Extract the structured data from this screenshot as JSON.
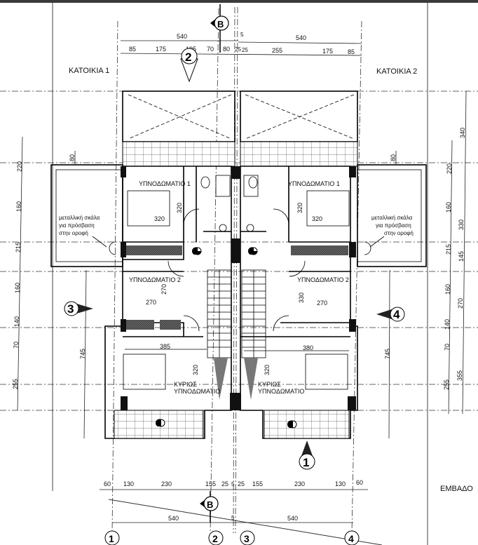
{
  "title_labels": {
    "house_1": "ΚΑΤΟΙΚΙΑ 1",
    "house_2": "ΚΑΤΟΙΚΙΑ 2",
    "area_label": "ΕΜΒΑΔΟ"
  },
  "section_markers": {
    "b_top": "B",
    "b_bottom": "B",
    "view_1": "1",
    "view_2": "2",
    "view_3": "3",
    "view_4": "4"
  },
  "axes": [
    "1",
    "2",
    "3",
    "4"
  ],
  "dims_top": {
    "overall": [
      "540",
      "540"
    ],
    "detail": [
      "85",
      "175",
      "195",
      "70",
      "80",
      "25",
      "25",
      "255",
      "175",
      "85"
    ],
    "center": "5"
  },
  "dims_bottom": {
    "detail": [
      "60",
      "130",
      "230",
      "155",
      "25",
      "5",
      "25",
      "155",
      "230",
      "130",
      "60"
    ],
    "overall": [
      "540",
      "540"
    ],
    "center": "5"
  },
  "dims_left": {
    "chain": [
      "220",
      "160",
      "215",
      "160",
      "140",
      "70",
      "255"
    ],
    "annex": "80",
    "overall": "745"
  },
  "dims_right": {
    "chain": [
      "220",
      "160",
      "215",
      "160",
      "140",
      "70",
      "255"
    ],
    "outer": [
      "340",
      "330",
      "145",
      "270",
      "355"
    ],
    "annex": "80",
    "overall": "745"
  },
  "rooms": {
    "bedroom1_left": {
      "name": "ΥΠΝΟΔΩΜΑΤΙΟ 1",
      "w": "320",
      "h": "320"
    },
    "bedroom1_right": {
      "name": "ΥΠΝΟΔΩΜΑΤΙΟ 1",
      "w": "320",
      "h": "320"
    },
    "bedroom2_left": {
      "name": "ΥΠΝΟΔΩΜΑΤΙΟ 2",
      "w": "270",
      "h": "270"
    },
    "bedroom2_right": {
      "name": "ΥΠΝΟΔΩΜΑΤΙΟ 2",
      "w": "270",
      "h": "330"
    },
    "master_left": {
      "name1": "ΚΥΡΙΩΣ",
      "name2": "ΥΠΝΟΔΩΜΑΤΙΟ",
      "w": "385",
      "h": "320"
    },
    "master_right": {
      "name1": "ΚΥΡΙΩΣ",
      "name2": "ΥΠΝΟΔΩΜΑΤΙΟ",
      "w": "380",
      "h": "320"
    }
  },
  "notes": {
    "metal_stair": [
      "μεταλλική σκάλα",
      "για πρόσβαση",
      "στην οροφή"
    ]
  }
}
